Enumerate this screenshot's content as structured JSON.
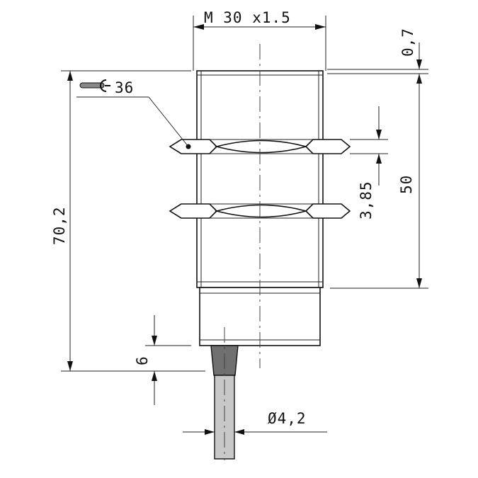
{
  "dimensions": {
    "thread": "M 30 x1.5",
    "collar": "0,7",
    "wrench": "36",
    "overall_length": "70,2",
    "nut_thickness": "3,85",
    "thread_length": "50",
    "cable_exit": "6",
    "cable_diameter": "Ø4,2"
  },
  "colors": {
    "line": "#111111",
    "cable_fill": "#c8c8c8",
    "gland_fill": "#707070"
  },
  "icons": {
    "wrench": "wrench-icon"
  }
}
